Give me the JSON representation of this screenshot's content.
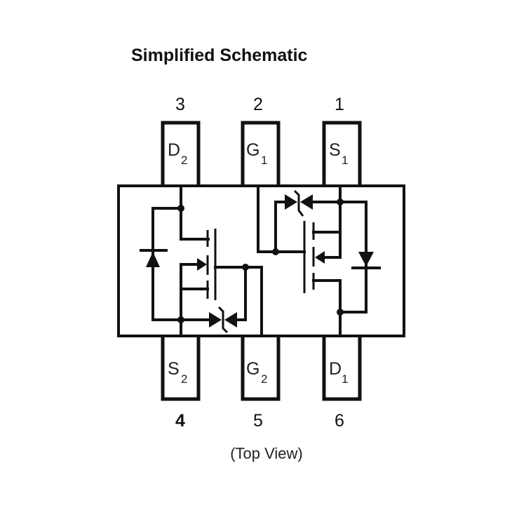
{
  "title": "Simplified Schematic",
  "caption": "(Top View)",
  "pins": {
    "top": [
      {
        "number": "3",
        "name": "D",
        "sub": "2"
      },
      {
        "number": "2",
        "name": "G",
        "sub": "1"
      },
      {
        "number": "1",
        "name": "S",
        "sub": "1"
      }
    ],
    "bottom": [
      {
        "number": "4",
        "name": "S",
        "sub": "2"
      },
      {
        "number": "5",
        "name": "G",
        "sub": "2"
      },
      {
        "number": "6",
        "name": "D",
        "sub": "1"
      }
    ]
  },
  "components": [
    {
      "id": "Q2",
      "type": "mosfet",
      "drain": "D2",
      "gate": "G2",
      "source": "S2"
    },
    {
      "id": "Q1",
      "type": "mosfet",
      "drain": "D1",
      "gate": "G1",
      "source": "S1"
    },
    {
      "id": "ZD2",
      "type": "back-to-back-zener",
      "between": [
        "G2",
        "S2"
      ]
    },
    {
      "id": "ZD1",
      "type": "back-to-back-zener",
      "between": [
        "G1",
        "S1"
      ]
    },
    {
      "id": "DB2",
      "type": "body-diode",
      "between": [
        "S2",
        "D2"
      ]
    },
    {
      "id": "DB1",
      "type": "body-diode",
      "between": [
        "S1",
        "D1"
      ]
    }
  ]
}
